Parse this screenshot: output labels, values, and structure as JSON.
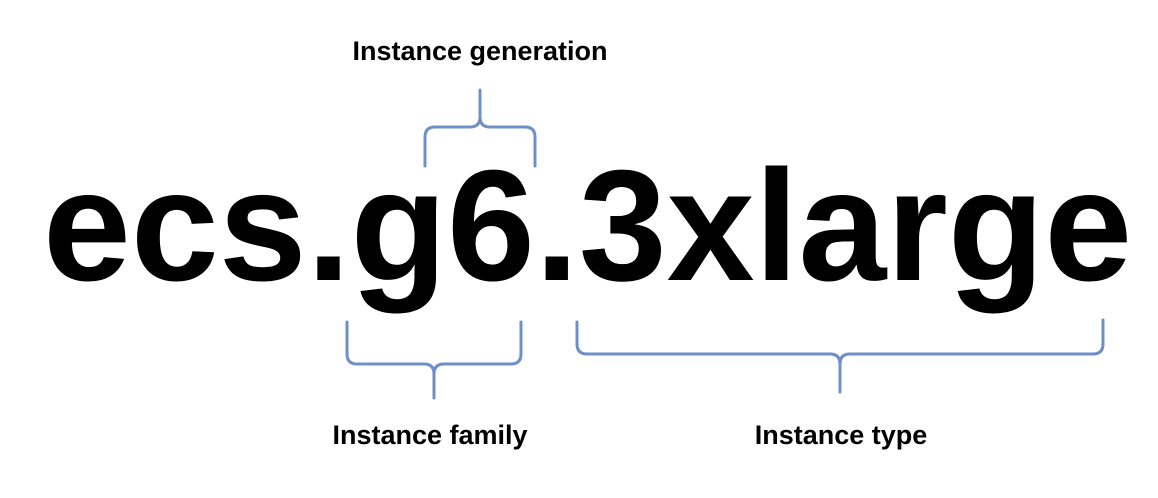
{
  "diagram": {
    "segments": {
      "prefix": "ecs.",
      "family": "g",
      "generation": "6",
      "dot": ".",
      "type": "3xlarge"
    },
    "labels": {
      "generation": "Instance generation",
      "family": "Instance family",
      "type": "Instance type"
    },
    "colors": {
      "text": "#000000",
      "brace": "#6f8fc9"
    }
  }
}
